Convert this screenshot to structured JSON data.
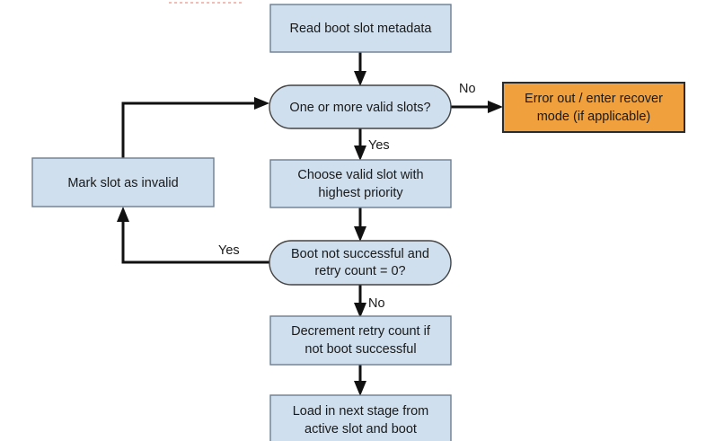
{
  "diagram": {
    "type": "flowchart",
    "orientation": "top-to-bottom",
    "background_color": "#ffffff",
    "palette": {
      "process_fill": "#cfdfee",
      "process_stroke": "#6b7e91",
      "decision_fill": "#cfdfee",
      "decision_stroke": "#444444",
      "error_fill": "#f0a03c",
      "error_stroke": "#2b2b2b",
      "edge_color": "#111111",
      "text_color": "#1a1a1a",
      "artifact_color": "#e8a9a0"
    },
    "nodes": {
      "read_metadata": {
        "label": "Read boot slot metadata",
        "shape": "rectangle",
        "kind": "process"
      },
      "valid_slots": {
        "label_line1": "One or more valid slots?",
        "shape": "stadium",
        "kind": "decision"
      },
      "error_out": {
        "label_line1": "Error out / enter recover",
        "label_line2": "mode (if applicable)",
        "shape": "rectangle",
        "kind": "error"
      },
      "choose_slot": {
        "label_line1": "Choose valid slot with",
        "label_line2": "highest priority",
        "shape": "rectangle",
        "kind": "process"
      },
      "mark_invalid": {
        "label": "Mark slot as invalid",
        "shape": "rectangle",
        "kind": "process"
      },
      "boot_retry": {
        "label_line1": "Boot not successful and",
        "label_line2": "retry count = 0?",
        "shape": "stadium",
        "kind": "decision"
      },
      "decrement_retry": {
        "label_line1": "Decrement retry count if",
        "label_line2": "not boot successful",
        "shape": "rectangle",
        "kind": "process"
      },
      "load_next_stage": {
        "label_line1": "Load in next stage from",
        "label_line2": "active slot and boot",
        "shape": "rectangle",
        "kind": "process"
      }
    },
    "edges": [
      {
        "id": "read-to-valid",
        "from": "read_metadata",
        "to": "valid_slots",
        "label": ""
      },
      {
        "id": "valid-to-error",
        "from": "valid_slots",
        "to": "error_out",
        "label": "No"
      },
      {
        "id": "valid-to-choose",
        "from": "valid_slots",
        "to": "choose_slot",
        "label": "Yes"
      },
      {
        "id": "choose-to-boot",
        "from": "choose_slot",
        "to": "boot_retry",
        "label": ""
      },
      {
        "id": "boot-to-mark",
        "from": "boot_retry",
        "to": "mark_invalid",
        "label": "Yes"
      },
      {
        "id": "mark-to-valid",
        "from": "mark_invalid",
        "to": "valid_slots",
        "label": ""
      },
      {
        "id": "boot-to-decrement",
        "from": "boot_retry",
        "to": "decrement_retry",
        "label": "No"
      },
      {
        "id": "decrement-to-load",
        "from": "decrement_retry",
        "to": "load_next_stage",
        "label": ""
      }
    ],
    "edge_labels": {
      "no_top": "No",
      "yes_top": "Yes",
      "yes_retry": "Yes",
      "no_retry": "No"
    }
  }
}
